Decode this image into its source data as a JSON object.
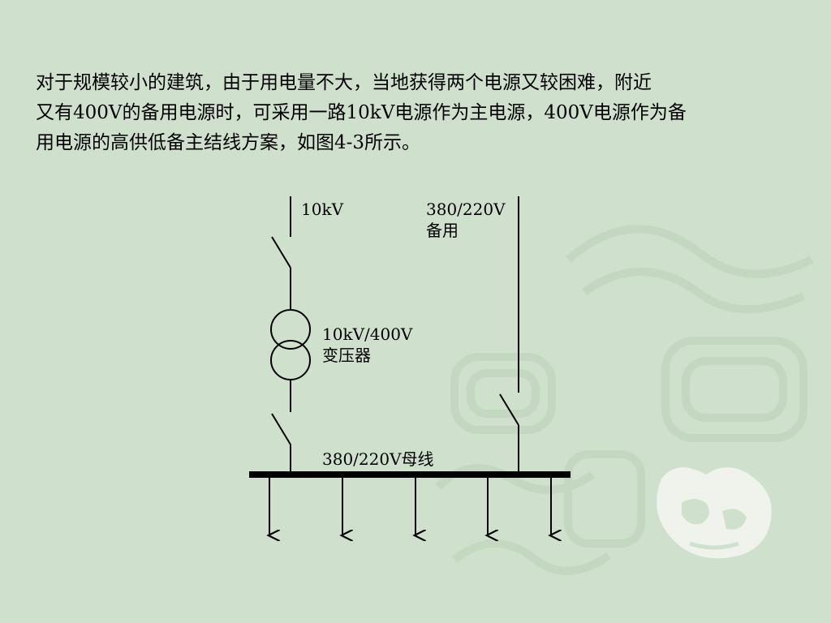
{
  "paragraph": {
    "lines": [
      "对于规模较小的建筑，由于用电量不大，当地获得两个电源又较困难，附近",
      "又有400V的备用电源时，可采用一路10kV电源作为主电源，400V电源作为备",
      "用电源的高供低备主结线方案，如图4-3所示。"
    ]
  },
  "diagram": {
    "main_source_label": "10kV",
    "backup_source_label_line1": "380/220V",
    "backup_source_label_line2": "备用",
    "transformer_label_line1": "10kV/400V",
    "transformer_label_line2": "变压器",
    "bus_label": "380/220V母线",
    "feeder_count": 5
  },
  "colors": {
    "background": "#cfe0cd",
    "pattern": "#bed3bb",
    "line": "#000000"
  }
}
